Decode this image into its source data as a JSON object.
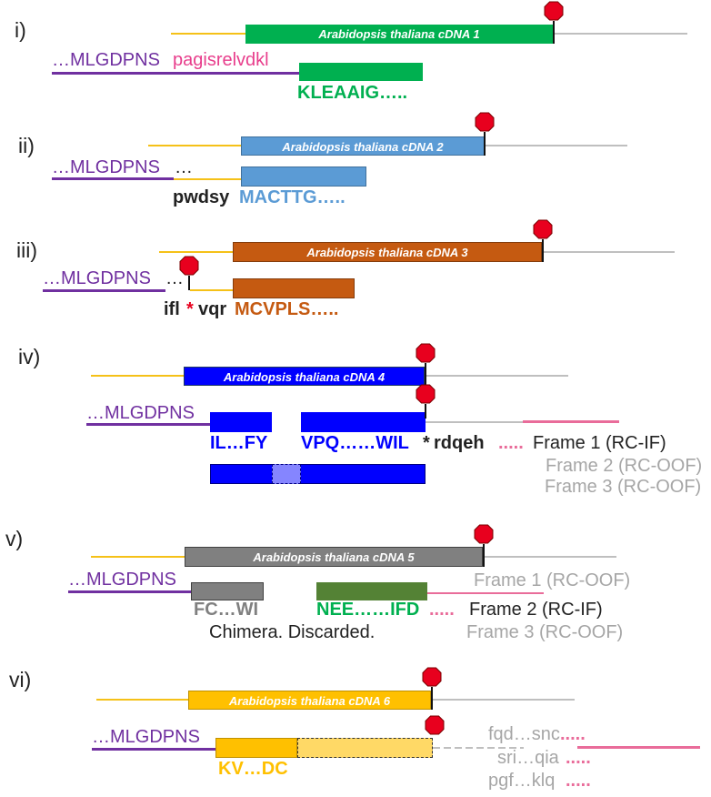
{
  "colors": {
    "yellow_line": "#F5C118",
    "gray_line": "#BFBFBF",
    "purple": "#7030A0",
    "pink": "#E96C9A",
    "stop_red": "#E8001E",
    "green": "#00B050",
    "lightblue": "#5B9BD5",
    "orange": "#C55A11",
    "blue": "#0000FF",
    "gray_bar": "#808080",
    "darkgreen": "#548235",
    "gold": "#FFC000"
  },
  "panels": {
    "i": {
      "roman": "i)",
      "cdna": "Arabidopsis thaliana cDNA 1",
      "prefix": "…MLGDPNS",
      "frame_seq": "pagisrelvdkl",
      "orf_seq": "KLEAAIG….."
    },
    "ii": {
      "roman": "ii)",
      "cdna": "Arabidopsis thaliana cDNA 2",
      "prefix": "…MLGDPNS",
      "ellipsis": "…",
      "lead_seq": "pwdsy",
      "orf_seq": "MACTTG….."
    },
    "iii": {
      "roman": "iii)",
      "cdna": "Arabidopsis thaliana cDNA 3",
      "prefix": "…MLGDPNS",
      "ellipsis": "…",
      "lead_a": "ifl",
      "stop_char": "*",
      "lead_b": "vqr",
      "orf_seq": "MCVPLS….."
    },
    "iv": {
      "roman": "iv)",
      "cdna": "Arabidopsis thaliana cDNA 4",
      "prefix": "…MLGDPNS",
      "frag1": "IL…FY",
      "frag2": "VPQ……WIL",
      "stop_char": "*",
      "tail": "rdqeh",
      "tail_dots": ".....",
      "frame1": "Frame 1 (RC-IF)",
      "frame2": "Frame 2 (RC-OOF)",
      "frame3": "Frame 3 (RC-OOF)"
    },
    "v": {
      "roman": "v)",
      "cdna": "Arabidopsis thaliana cDNA 5",
      "prefix": "…MLGDPNS",
      "frag1": "FC…WI",
      "frag2": "NEE……IFD",
      "tail_dots": ".....",
      "frame1": "Frame 1 (RC-OOF)",
      "frame2": "Frame 2 (RC-IF)",
      "frame3": "Frame 3 (RC-OOF)",
      "note": "Chimera. Discarded."
    },
    "vi": {
      "roman": "vi)",
      "cdna": "Arabidopsis thaliana cDNA 6",
      "prefix": "…MLGDPNS",
      "orf_seq": "KV…DC",
      "alt1": "fqd…snc",
      "alt2": "sri…qia",
      "alt3": "pgf…klq",
      "alt_dots": "....."
    }
  }
}
